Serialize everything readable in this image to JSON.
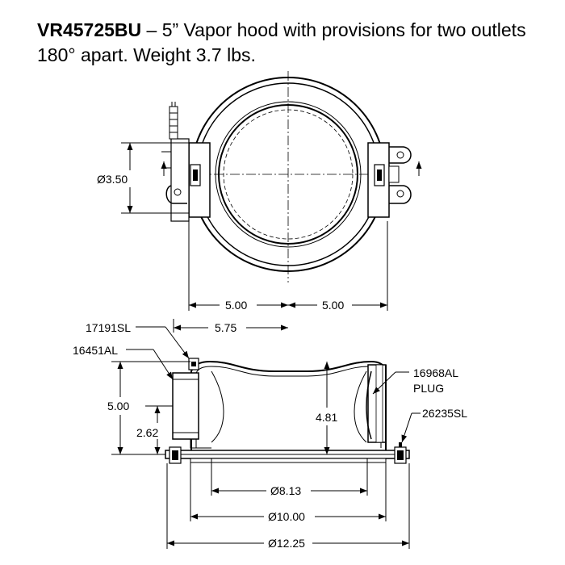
{
  "header": {
    "part_number": "VR45725BU",
    "description": " – 5” Vapor hood with provisions for two outlets 180° apart. Weight 3.7 lbs."
  },
  "top_view": {
    "dim_diameter": "Ø3.50",
    "dim_left_half": "5.00",
    "dim_right_half": "5.00",
    "dim_overall": "5.75"
  },
  "side_view": {
    "label_clamp": "17191SL",
    "label_collar": "16451AL",
    "label_cap": "16968AL",
    "label_plug": "PLUG",
    "label_bolt": "26235SL",
    "dim_height": "5.00",
    "dim_outlet_height": "2.62",
    "dim_inner_height": "4.81",
    "dim_d1": "Ø8.13",
    "dim_d2": "Ø10.00",
    "dim_d3": "Ø12.25"
  }
}
